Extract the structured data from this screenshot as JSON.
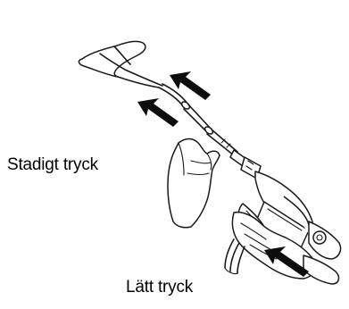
{
  "labels": {
    "firm_pressure": "Stadigt tryck",
    "light_pressure": "Lätt tryck"
  },
  "arrows": [
    {
      "name": "arrow-upper"
    },
    {
      "name": "arrow-middle"
    },
    {
      "name": "arrow-bottom"
    }
  ]
}
